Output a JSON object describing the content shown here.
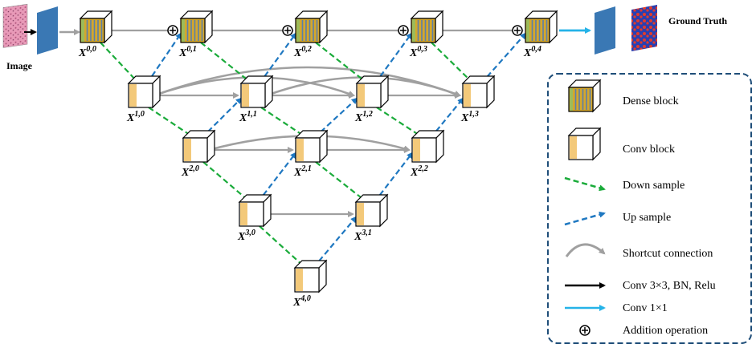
{
  "input_label": "Image",
  "output_label": "Ground Truth",
  "nodes": [
    {
      "id": "X00",
      "sup": "0,0",
      "kind": "dense"
    },
    {
      "id": "X01",
      "sup": "0,1",
      "kind": "dense"
    },
    {
      "id": "X02",
      "sup": "0,2",
      "kind": "dense"
    },
    {
      "id": "X03",
      "sup": "0,3",
      "kind": "dense"
    },
    {
      "id": "X04",
      "sup": "0,4",
      "kind": "dense"
    },
    {
      "id": "X10",
      "sup": "1,0",
      "kind": "conv"
    },
    {
      "id": "X11",
      "sup": "1,1",
      "kind": "conv"
    },
    {
      "id": "X12",
      "sup": "1,2",
      "kind": "conv"
    },
    {
      "id": "X13",
      "sup": "1,3",
      "kind": "conv"
    },
    {
      "id": "X20",
      "sup": "2,0",
      "kind": "conv"
    },
    {
      "id": "X21",
      "sup": "2,1",
      "kind": "conv"
    },
    {
      "id": "X22",
      "sup": "2,2",
      "kind": "conv"
    },
    {
      "id": "X30",
      "sup": "3,0",
      "kind": "conv"
    },
    {
      "id": "X31",
      "sup": "3,1",
      "kind": "conv"
    },
    {
      "id": "X40",
      "sup": "4,0",
      "kind": "conv"
    }
  ],
  "legend": {
    "dense_block": "Dense block",
    "conv_block": "Conv block",
    "down_sample": "Down sample",
    "up_sample": "Up sample",
    "shortcut": "Shortcut connection",
    "conv3": "Conv 3×3, BN, Relu",
    "conv1": "Conv 1×1",
    "addition": "Addition operation"
  },
  "colors": {
    "dense_fill": "#d4a72c",
    "dense_stripe": "#5b7fa8",
    "conv_fill": "#f3c97a",
    "down_arrow": "#1aab3a",
    "up_arrow": "#1f78c1",
    "shortcut": "#a0a0a0",
    "conv3_arrow": "#000000",
    "conv1_arrow": "#25b3e8",
    "feature_map": "#3a78b4",
    "legend_border": "#1f4e79",
    "ground_truth_bg": "#2a3fb0",
    "ground_truth_fg": "#e23b2b",
    "image_fill": "#e89ab8"
  }
}
